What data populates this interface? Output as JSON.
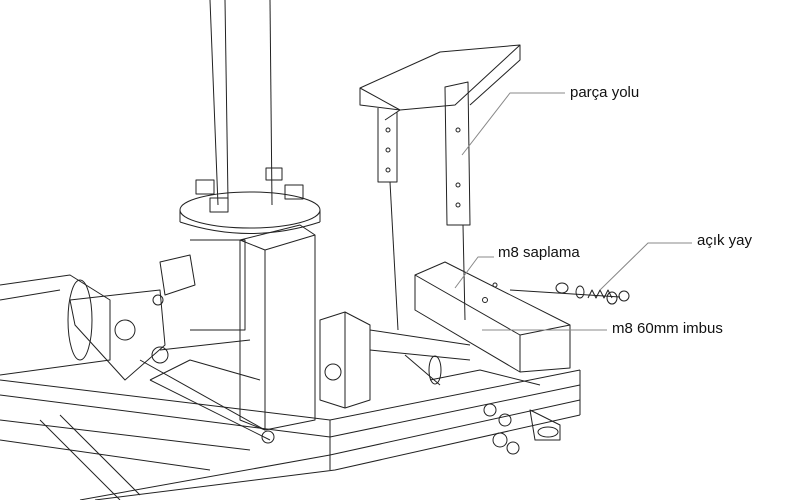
{
  "diagram": {
    "labels": {
      "part_path": "parça yolu",
      "open_spring": "açık yay",
      "m8_stud": "m8 saplama",
      "m8_bolt": "m8 60mm imbus"
    },
    "colors": {
      "line": "#222222",
      "leader": "#888888",
      "background": "#ffffff"
    }
  }
}
